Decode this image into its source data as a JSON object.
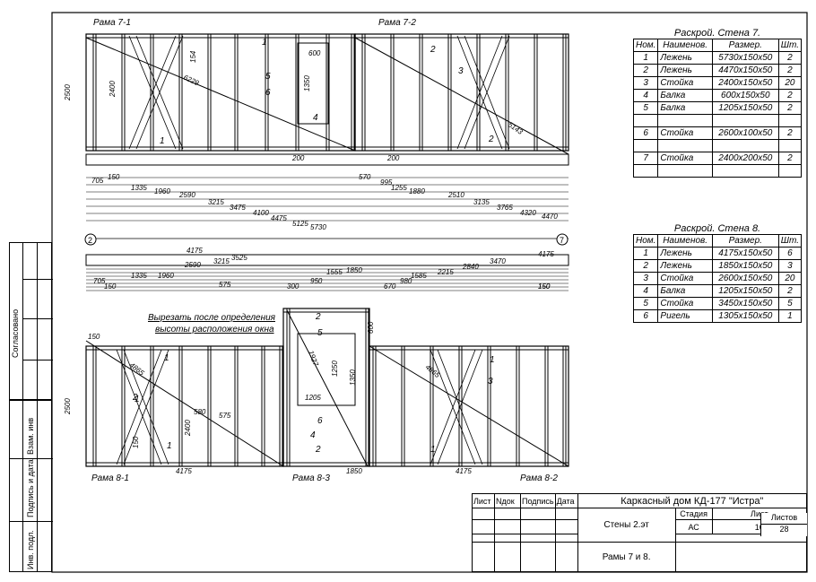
{
  "frames": {
    "r71": "Рама 7-1",
    "r72": "Рама 7-2",
    "r81": "Рама 8-1",
    "r82": "Рама 8-2",
    "r83": "Рама 8-3"
  },
  "dims": {
    "h2500a": "2500",
    "h2400a": "2400",
    "h154": "154",
    "d6229": "6229",
    "d600a": "600",
    "d1350a": "1350",
    "d5143": "5143",
    "h2500b": "2500",
    "h2400b": "2400",
    "d150a": "150",
    "d4865a": "4865",
    "d580": "580",
    "d575b": "575",
    "d4175a": "4175",
    "d4175b": "4175",
    "d1850b": "1850",
    "d4865b": "4865",
    "d600b": "600",
    "d1350b": "1350",
    "d1250": "1250",
    "d1205": "1205",
    "d1927": "1927",
    "d150top": "150",
    "d200a": "200",
    "d200b": "200",
    "d150r": "150",
    "d570": "570"
  },
  "rulerTop": {
    "left": [
      "705",
      "150",
      "1335",
      "1960",
      "2590",
      "3215",
      "3475",
      "4100",
      "4475",
      "5125",
      "5730"
    ],
    "right": [
      "995",
      "1255",
      "1880",
      "2510",
      "3135",
      "3765",
      "4320",
      "4470"
    ]
  },
  "rulerBottom": {
    "a": [
      "4175",
      "705",
      "150",
      "1335",
      "1960",
      "2590",
      "3215",
      "3525",
      "575"
    ],
    "b": [
      "1555",
      "1850",
      "300",
      "950"
    ],
    "c": [
      "4175",
      "670",
      "980",
      "1585",
      "2215",
      "2840",
      "3470",
      "150"
    ]
  },
  "axes": [
    "2",
    "7"
  ],
  "labels": {
    "n1a": "1",
    "n1b": "1",
    "n2a": "2",
    "n2b": "2",
    "n3a": "3",
    "n4a": "4",
    "n5a": "5",
    "n6a": "6",
    "m1a": "1",
    "m1b": "1",
    "m1c": "1",
    "m1d": "1",
    "m1e": "1",
    "m2a": "2",
    "m2b": "2",
    "m2c": "2",
    "m3a": "3",
    "m4a": "4",
    "m5a": "5",
    "m6a": "6"
  },
  "note": [
    "Вырезать после определения",
    "высоты расположения окна"
  ],
  "table7": {
    "title": "Раскрой.  Стена 7.",
    "headers": [
      "Ном.",
      "Наименов.",
      "Размер.",
      "Шт."
    ],
    "rows": [
      [
        "1",
        "Лежень",
        "5730х150х50",
        "2"
      ],
      [
        "2",
        "Лежень",
        "4470х150х50",
        "2"
      ],
      [
        "3",
        "Стойка",
        "2400х150х50",
        "20"
      ],
      [
        "4",
        "Балка",
        "600х150х50",
        "2"
      ],
      [
        "5",
        "Балка",
        "1205х150х50",
        "2"
      ],
      [
        "",
        "",
        "",
        ""
      ],
      [
        "6",
        "Стойка",
        "2600х100х50",
        "2"
      ],
      [
        "",
        "",
        "",
        ""
      ],
      [
        "7",
        "Стойка",
        "2400х200х50",
        "2"
      ],
      [
        "",
        "",
        "",
        ""
      ]
    ]
  },
  "table8": {
    "title": "Раскрой.  Стена 8.",
    "headers": [
      "Ном.",
      "Наименов.",
      "Размер.",
      "Шт."
    ],
    "rows": [
      [
        "1",
        "Лежень",
        "4175х150х50",
        "6"
      ],
      [
        "2",
        "Лежень",
        "1850х150х50",
        "3"
      ],
      [
        "3",
        "Стойка",
        "2600х150х50",
        "20"
      ],
      [
        "4",
        "Балка",
        "1205х150х50",
        "2"
      ],
      [
        "5",
        "Стойка",
        "3450х150х50",
        "5"
      ],
      [
        "6",
        "Ригель",
        "1305х150х50",
        "1"
      ]
    ]
  },
  "titleBlock": {
    "cols": [
      "Лист",
      "Nдок",
      "Подпись",
      "Дата"
    ],
    "project": "Каркасный дом КД-177 \"Истра\"",
    "sheetName": "Стены 2.эт",
    "drawing": "Рамы 7 и 8.",
    "stageLabel": "Стадия",
    "sheetLabel": "Лист",
    "sheetsLabel": "Листов",
    "stage": "АС",
    "sheet": "16",
    "sheets": "28"
  },
  "sideStamp": {
    "agreed": "Согласовано",
    "inv": "Взам. инв",
    "sign": "Подпись и дата",
    "orig": "Инв. подл."
  }
}
